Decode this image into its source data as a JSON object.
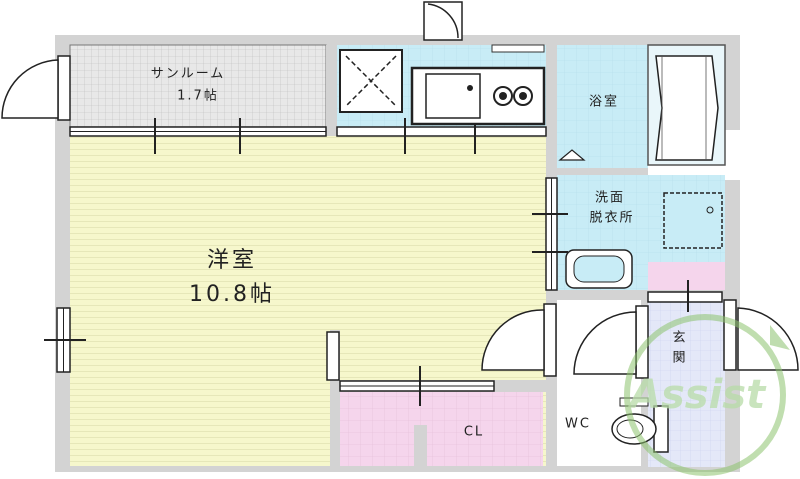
{
  "rooms": {
    "sunroom": {
      "name": "サンルーム",
      "size": "1.7帖"
    },
    "western": {
      "name": "洋室",
      "size": "10.8帖"
    },
    "bath": {
      "name": "浴室"
    },
    "washroom": {
      "line1": "洗面",
      "line2": "脱衣所"
    },
    "entrance": {
      "line1": "玄",
      "line2": "関"
    },
    "closet": {
      "name": "CL"
    },
    "toilet": {
      "name": "WC"
    }
  },
  "watermark": {
    "text": "Assist"
  },
  "colors": {
    "wall": "#d3d3d3",
    "western_floor": "#f6f7cc",
    "kitchen_floor": "#c8ecf6",
    "closet_floor": "#f5d5ec",
    "entrance_floor": "#e4e8f8",
    "watermark": "#8cc36e"
  }
}
